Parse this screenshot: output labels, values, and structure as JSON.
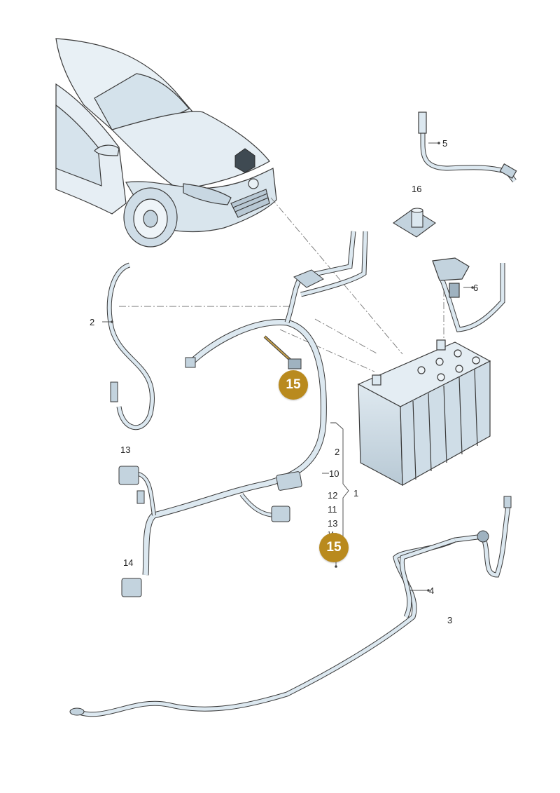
{
  "colors": {
    "line": "#3a3a3a",
    "fill_light": "#dce8f0",
    "fill_mid": "#c3d3de",
    "fill_dark": "#9fb2c0",
    "badge": "#b98a1e",
    "leader": "#444444"
  },
  "callouts": {
    "c1": "1",
    "c2a": "2",
    "c2b": "2",
    "c3": "3",
    "c4": "4",
    "c5": "5",
    "c6": "6",
    "c10": "10",
    "c11": "11",
    "c12": "12",
    "c13a": "13",
    "c13b": "13",
    "c14a": "14",
    "c14b": "14",
    "c16": "16"
  },
  "badges": {
    "b15a": "15",
    "b15b": "15"
  },
  "icons": [
    "vehicle-front-view",
    "battery",
    "battery-terminal-clamp",
    "hex-location-marker"
  ]
}
